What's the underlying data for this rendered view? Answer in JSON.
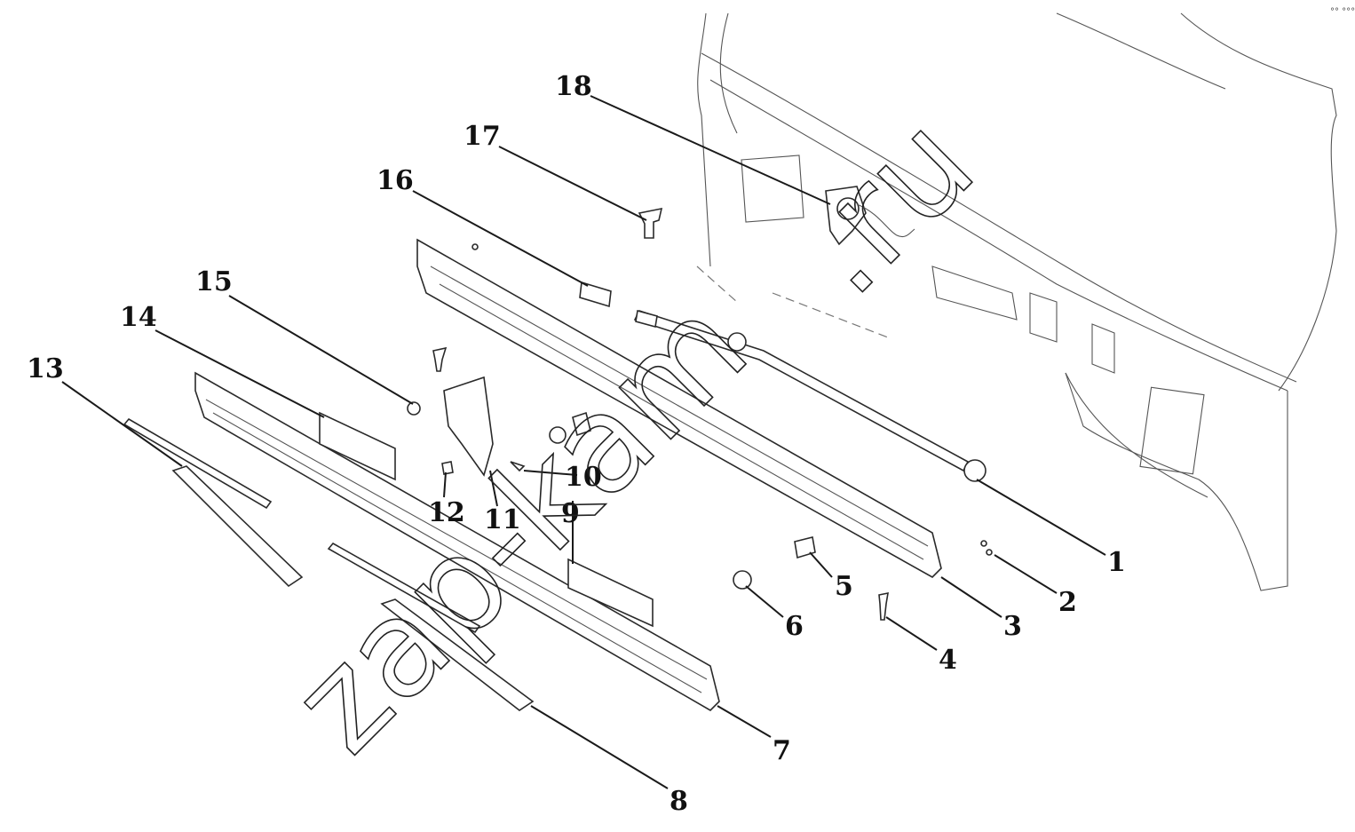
{
  "watermark_primary": "zap-kam",
  "watermark_secondary": ".ru",
  "corner_mark": "°° °°°",
  "callouts": [
    {
      "id": "1",
      "label": "1"
    },
    {
      "id": "2",
      "label": "2"
    },
    {
      "id": "3",
      "label": "3"
    },
    {
      "id": "4",
      "label": "4"
    },
    {
      "id": "5",
      "label": "5"
    },
    {
      "id": "6",
      "label": "6"
    },
    {
      "id": "7",
      "label": "7"
    },
    {
      "id": "8",
      "label": "8"
    },
    {
      "id": "9",
      "label": "9"
    },
    {
      "id": "10",
      "label": "10"
    },
    {
      "id": "11",
      "label": "11"
    },
    {
      "id": "12",
      "label": "12"
    },
    {
      "id": "13",
      "label": "13"
    },
    {
      "id": "14",
      "label": "14"
    },
    {
      "id": "15",
      "label": "15"
    },
    {
      "id": "16",
      "label": "16"
    },
    {
      "id": "17",
      "label": "17"
    },
    {
      "id": "18",
      "label": "18"
    }
  ]
}
